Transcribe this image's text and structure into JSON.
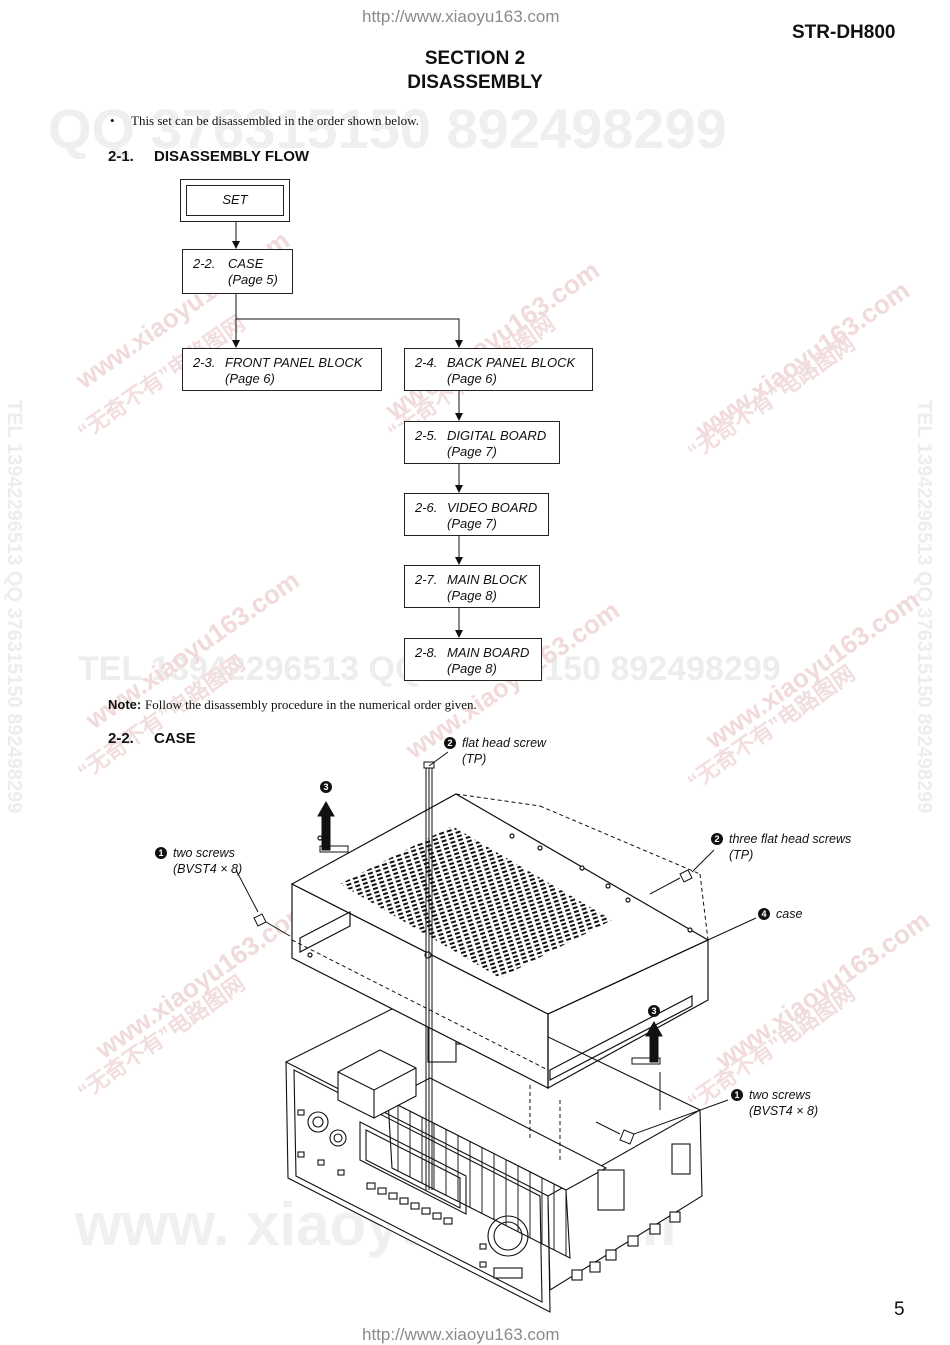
{
  "header": {
    "url_top": "http://www.xiaoyu163.com",
    "model": "STR-DH800",
    "section_line1": "SECTION  2",
    "section_line2": "DISASSEMBLY"
  },
  "intro": {
    "bullet": "•",
    "text": "This set can be disassembled in the order shown below."
  },
  "flow": {
    "heading_num": "2-1.",
    "heading_text": "DISASSEMBLY  FLOW",
    "set_label": "SET",
    "boxes": [
      {
        "num": "2-2.",
        "title": "CASE",
        "page": "(Page 5)"
      },
      {
        "num": "2-3.",
        "title": "FRONT PANEL BLOCK",
        "page": "(Page 6)"
      },
      {
        "num": "2-4.",
        "title": "BACK PANEL BLOCK",
        "page": "(Page 6)"
      },
      {
        "num": "2-5.",
        "title": "DIGITAL BOARD",
        "page": "(Page 7)"
      },
      {
        "num": "2-6.",
        "title": "VIDEO BOARD",
        "page": "(Page 7)"
      },
      {
        "num": "2-7.",
        "title": "MAIN BLOCK",
        "page": "(Page 8)"
      },
      {
        "num": "2-8.",
        "title": "MAIN BOARD",
        "page": "(Page 8)"
      }
    ]
  },
  "note": {
    "label": "Note:",
    "text": "Follow the disassembly procedure in the numerical order given."
  },
  "case_section": {
    "heading_num": "2-2.",
    "heading_text": "CASE",
    "callouts": [
      {
        "badge": "2",
        "line1": "flat head screw",
        "line2": "(TP)"
      },
      {
        "badge": "3",
        "line1": "",
        "line2": ""
      },
      {
        "badge": "1",
        "line1": "two screws",
        "line2": "(BVST4 × 8)"
      },
      {
        "badge": "2",
        "line1": "three flat head screws",
        "line2": "(TP)"
      },
      {
        "badge": "4",
        "line1": "case",
        "line2": ""
      },
      {
        "badge": "3",
        "line1": "",
        "line2": ""
      },
      {
        "badge": "1",
        "line1": "two screws",
        "line2": "(BVST4 × 8)"
      }
    ]
  },
  "watermarks": {
    "qq_line": "QQ 376315150    892498299",
    "tel_line": "TEL 13942296513   QQ 376315150   892498299",
    "side_text": "TEL 13942296513  QQ 376315150  892498299",
    "url_text": "www.xiaoyu163.com",
    "cn_text": "“无奇不有”电路图网",
    "bottom_url": "www. xiaoyu163.com"
  },
  "footer": {
    "page_number": "5",
    "url_bottom": "http://www.xiaoyu163.com"
  },
  "colors": {
    "ink": "#111111",
    "watermark": "#ececec",
    "url_gray": "#8a8a8a"
  }
}
